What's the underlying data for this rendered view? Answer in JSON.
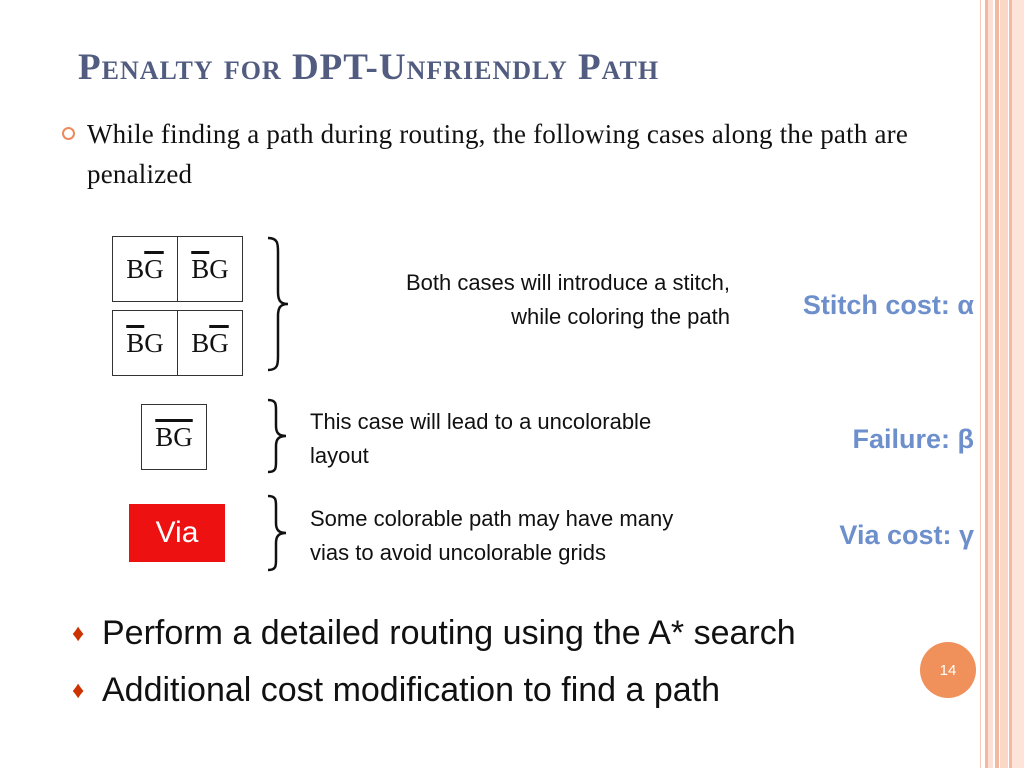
{
  "slide": {
    "title": "Penalty for DPT-Unfriendly Path",
    "intro": "While finding a path during routing, the following cases along the path are penalized",
    "cases": [
      {
        "grids": [
          {
            "cells": [
              {
                "b": "B",
                "g": "G",
                "overlined": "g"
              },
              {
                "b": "B",
                "g": "G",
                "overlined": "b"
              }
            ]
          },
          {
            "cells": [
              {
                "b": "B",
                "g": "G",
                "overlined": "b"
              },
              {
                "b": "B",
                "g": "G",
                "overlined": "g"
              }
            ]
          }
        ],
        "description_line1": "Both cases will introduce a stitch,",
        "description_line2": "while coloring the path",
        "cost": "Stitch cost: α"
      },
      {
        "grid": {
          "text": "BG",
          "overlined": "both"
        },
        "description_line1": "This case will lead to a uncolorable",
        "description_line2": "layout",
        "cost": "Failure: β"
      },
      {
        "via_label": "Via",
        "description_line1": "Some colorable path may have many",
        "description_line2": "vias to avoid uncolorable grids",
        "cost": "Via cost: γ"
      }
    ],
    "bullets": [
      "Perform a detailed routing using the A* search",
      "Additional cost modification to find a path"
    ],
    "bullet_symbol": "♦",
    "page_number": "14"
  },
  "colors": {
    "title": "#515c80",
    "cost_text": "#6d8fcc",
    "via_box": "#ee1111",
    "accent_orange": "#f0905a",
    "bullet_diamond": "#cc3300"
  }
}
